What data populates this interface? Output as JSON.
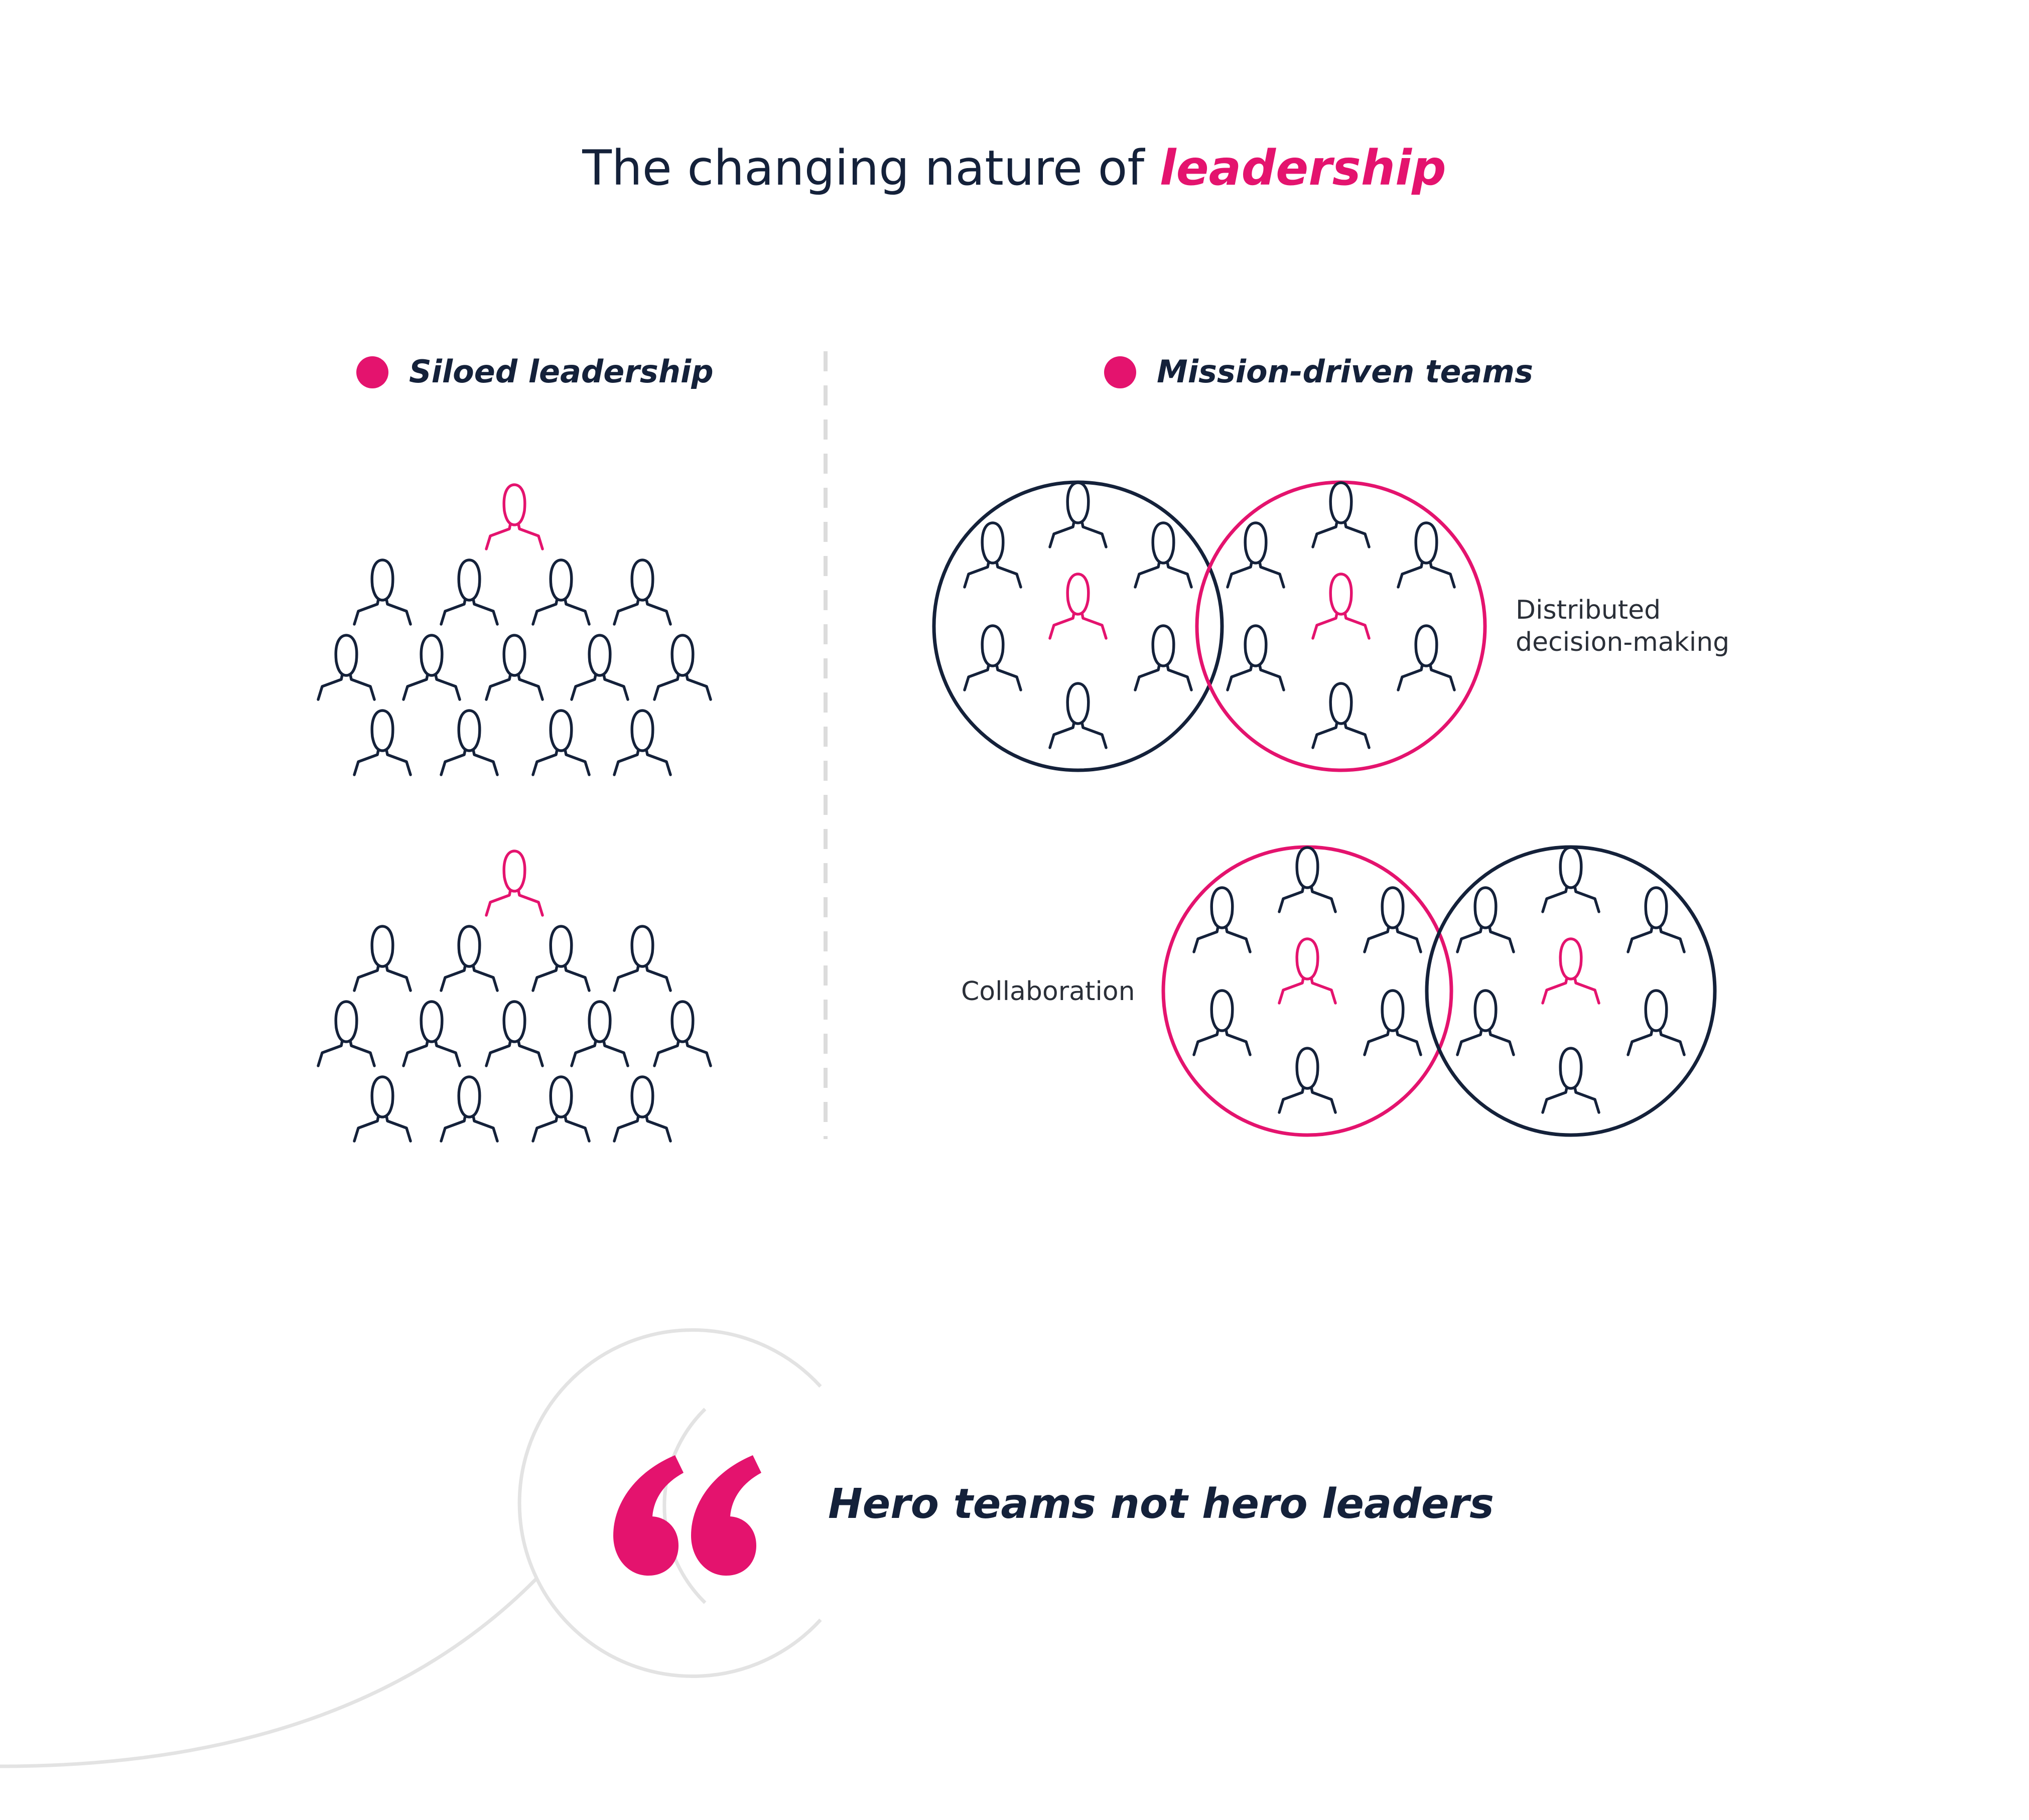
{
  "title": {
    "prefix": "The changing nature of ",
    "accent": "leadership"
  },
  "left_section": {
    "heading": "Siloed leadership"
  },
  "right_section": {
    "heading": "Mission-driven teams"
  },
  "labels": {
    "distributed_line1": "Distributed",
    "distributed_line2": "decision-making",
    "collaboration": "Collaboration"
  },
  "quote": {
    "text": "Hero teams not hero leaders"
  },
  "colors": {
    "navy": "#14213a",
    "pink": "#e4136e",
    "divider": "#dcdcdc",
    "ornament": "#e3e3e3"
  },
  "icons": [
    "person-icon",
    "leader-person-icon",
    "quote-mark-icon",
    "bullet-dot-icon"
  ]
}
